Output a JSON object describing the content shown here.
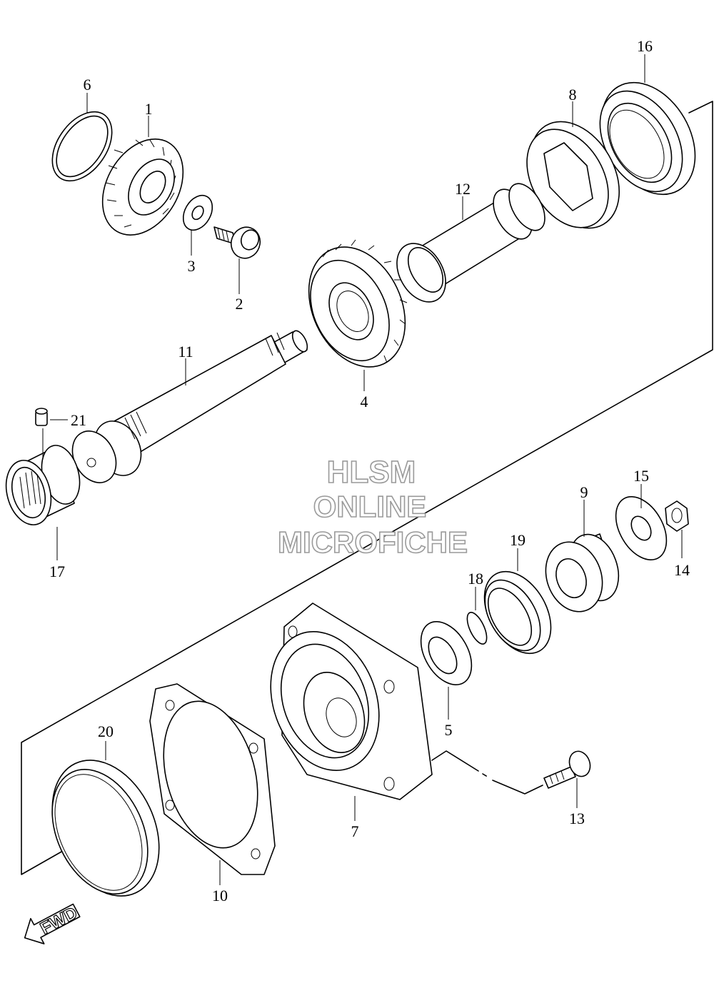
{
  "watermark": {
    "line1": "HLSM",
    "line2": "ONLINE",
    "line3": "MICROFICHE"
  },
  "fwd_label": "FWD",
  "part_labels": [
    "1",
    "2",
    "3",
    "4",
    "5",
    "6",
    "7",
    "8",
    "9",
    "10",
    "11",
    "12",
    "13",
    "14",
    "15",
    "16",
    "17",
    "18",
    "19",
    "20",
    "21"
  ]
}
